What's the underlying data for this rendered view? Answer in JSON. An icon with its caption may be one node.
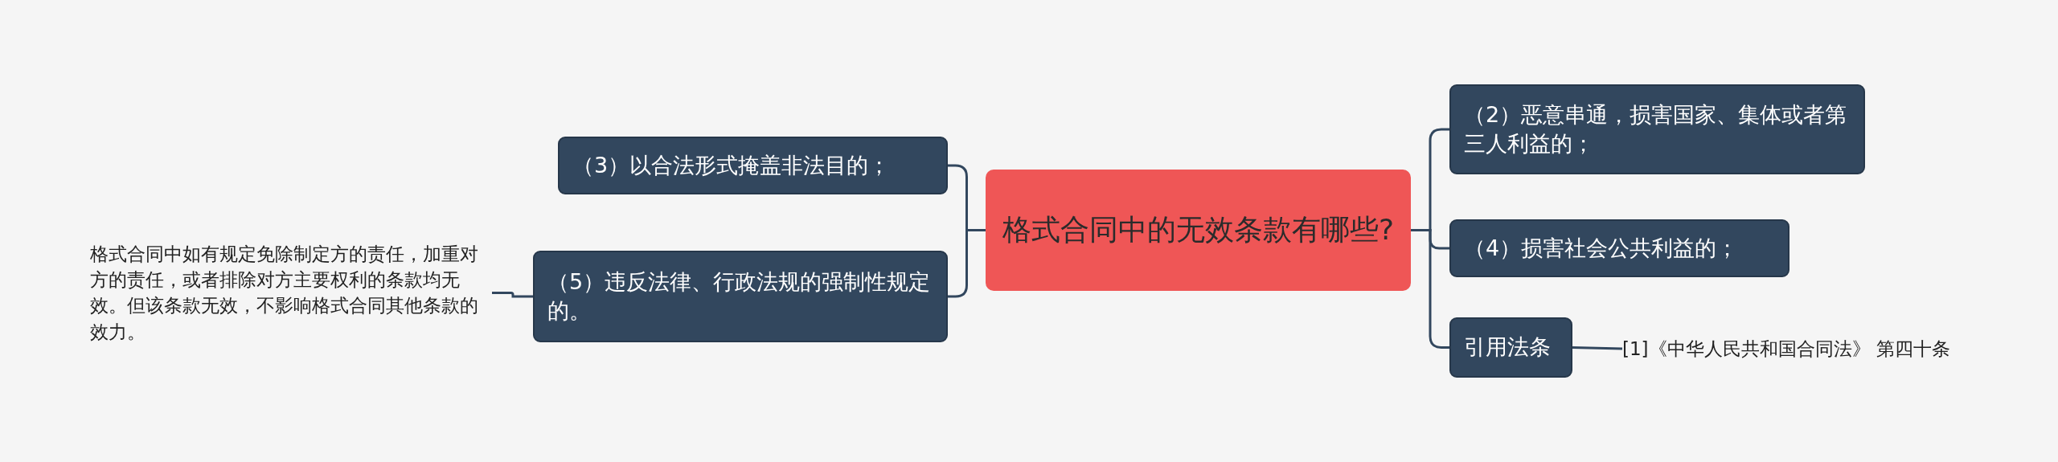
{
  "diagram": {
    "nodes": [
      {
        "text": [
          "格式合同中的无效条款有哪些?"
        ]
      },
      {
        "text": [
          "（2）恶意串通，损害国家、集体或者第三人利益的；"
        ]
      },
      {
        "text": [
          "（4）损害社会公共利益的；"
        ]
      },
      {
        "text": [
          "引用法条"
        ]
      },
      {
        "text": [
          "[1]《中华人民共和国合同法》 第四十条"
        ]
      },
      {
        "text": [
          "（3）以合法形式掩盖非法目的；"
        ]
      },
      {
        "text": [
          "（5）违反法律、行政法规的强制性规定的。"
        ]
      },
      {
        "text": [
          "格式合同中如有规定免除制定方的责任，加重对方的责任，或者排除对方主要权利的条款均无效。但该条款无效，不影响格式合同其他条款的效力。"
        ]
      }
    ],
    "edges": [
      {
        "from": 0,
        "to": 1,
        "arrow": "none"
      },
      {
        "from": 0,
        "to": 2,
        "arrow": "none"
      },
      {
        "from": 0,
        "to": 3,
        "arrow": "none"
      },
      {
        "from": 3,
        "to": 4,
        "arrow": "none"
      },
      {
        "from": 0,
        "to": 5,
        "arrow": "none"
      },
      {
        "from": 0,
        "to": 6,
        "arrow": "none"
      },
      {
        "from": 6,
        "to": 7,
        "arrow": "none"
      }
    ]
  }
}
